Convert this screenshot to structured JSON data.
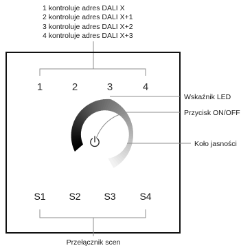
{
  "address_notes": [
    "1 kontroluje adres DALI X",
    "2 kontroluje adres DALI X+1",
    "3 kontroluje adres DALI X+2",
    "4 kontroluje adres DALI X+3"
  ],
  "channel_labels": [
    "1",
    "2",
    "3",
    "4"
  ],
  "scene_labels": [
    "S1",
    "S2",
    "S3",
    "S4"
  ],
  "callouts": {
    "led": "Wskaźnik LED",
    "onoff": "Przycisk ON/OFF",
    "wheel": "Koło jasności",
    "scenes": "Przełącznik scen"
  },
  "icons": {
    "power": "power-icon"
  },
  "colors": {
    "panel_border": "#111111",
    "wheel_dark": "#000000",
    "wheel_light": "#f2f2f2",
    "leader": "#8c8c8c"
  }
}
